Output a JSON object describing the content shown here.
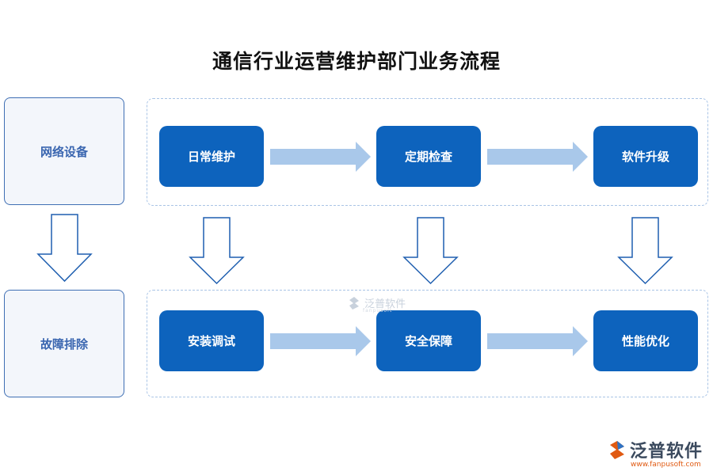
{
  "title": "通信行业运营维护部门业务流程",
  "rows": [
    {
      "label": "网络设备",
      "steps": [
        "日常维护",
        "定期检查",
        "软件升级"
      ]
    },
    {
      "label": "故障排除",
      "steps": [
        "安装调试",
        "安全保障",
        "性能优化"
      ]
    }
  ],
  "watermark": {
    "text": "泛普软件",
    "subtext": "fanpusoft"
  },
  "brand": {
    "name": "泛普软件",
    "url": "www.fanpusoft.com"
  },
  "colors": {
    "step_fill": "#0d63bd",
    "side_border": "#3f6fb4",
    "lane_border": "#a9c4e6",
    "arrow_fill": "#a9c8ea",
    "down_arrow_stroke": "#1f5fb0"
  },
  "icons": [
    "fanpu-logo-icon"
  ]
}
